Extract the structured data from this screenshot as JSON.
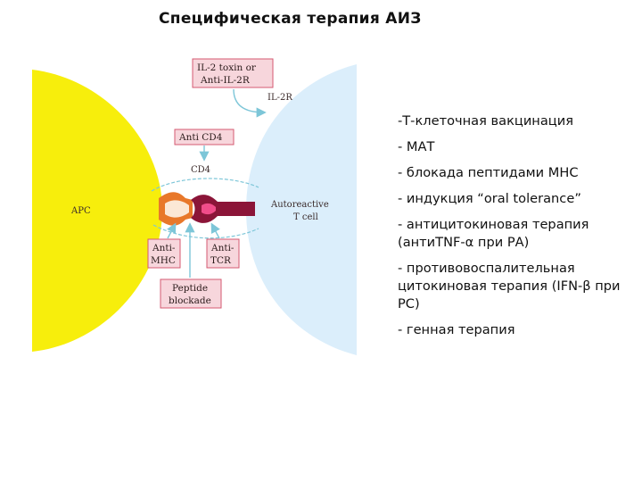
{
  "title": "Специфическая терапия АИЗ",
  "diagram": {
    "labels": {
      "il2_toxin_line1": "IL-2 toxin or",
      "il2_toxin_line2": "Anti-IL-2R",
      "il2r": "IL-2R",
      "anti_cd4": "Anti CD4",
      "cd4": "CD4",
      "apc": "APC",
      "tcell_line1": "Autoreactive",
      "tcell_line2": "T cell",
      "anti_mhc_line1": "Anti-",
      "anti_mhc_line2": "MHC",
      "anti_tcr_line1": "Anti-",
      "anti_tcr_line2": "TCR",
      "peptide_line1": "Peptide",
      "peptide_line2": "blockade"
    },
    "colors": {
      "apc_cell": "#f7ee0c",
      "t_cell": "#dbeefb",
      "box_fill": "#f7d6dc",
      "box_stroke": "#d45a72",
      "mhc": "#e8782a",
      "tcr": "#8b1538",
      "arrow": "#7dc6d8"
    }
  },
  "bullets": [
    "-Т-клеточная вакцинация",
    "- МАТ",
    "- блокада  пептидами МНС",
    "- индукция “oral tolerance”",
    "- антицитокиновая терапия (антиTNF-α при РА)",
    "- противовоспалительная цитокиновая терапия (IFN-β при РС)",
    "- генная терапия"
  ]
}
